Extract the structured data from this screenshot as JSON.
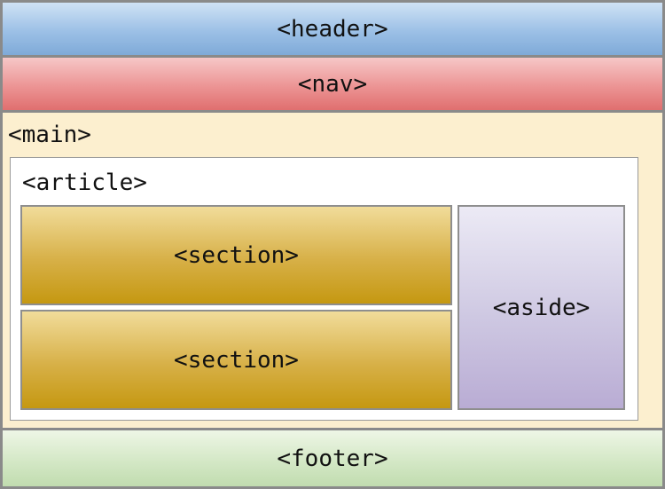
{
  "diagram": {
    "header": {
      "label": "<header>",
      "color": "#9cc0e6"
    },
    "nav": {
      "label": "<nav>",
      "color": "#ec9494"
    },
    "main": {
      "label": "<main>",
      "color": "#fcefcf",
      "article": {
        "label": "<article>",
        "color": "#ffffff",
        "sections": [
          {
            "label": "<section>",
            "color": "#d7b047"
          },
          {
            "label": "<section>",
            "color": "#d7b047"
          }
        ],
        "aside": {
          "label": "<aside>",
          "color": "#cec8e2"
        }
      }
    },
    "footer": {
      "label": "<footer>",
      "color": "#d4e8c6"
    }
  }
}
